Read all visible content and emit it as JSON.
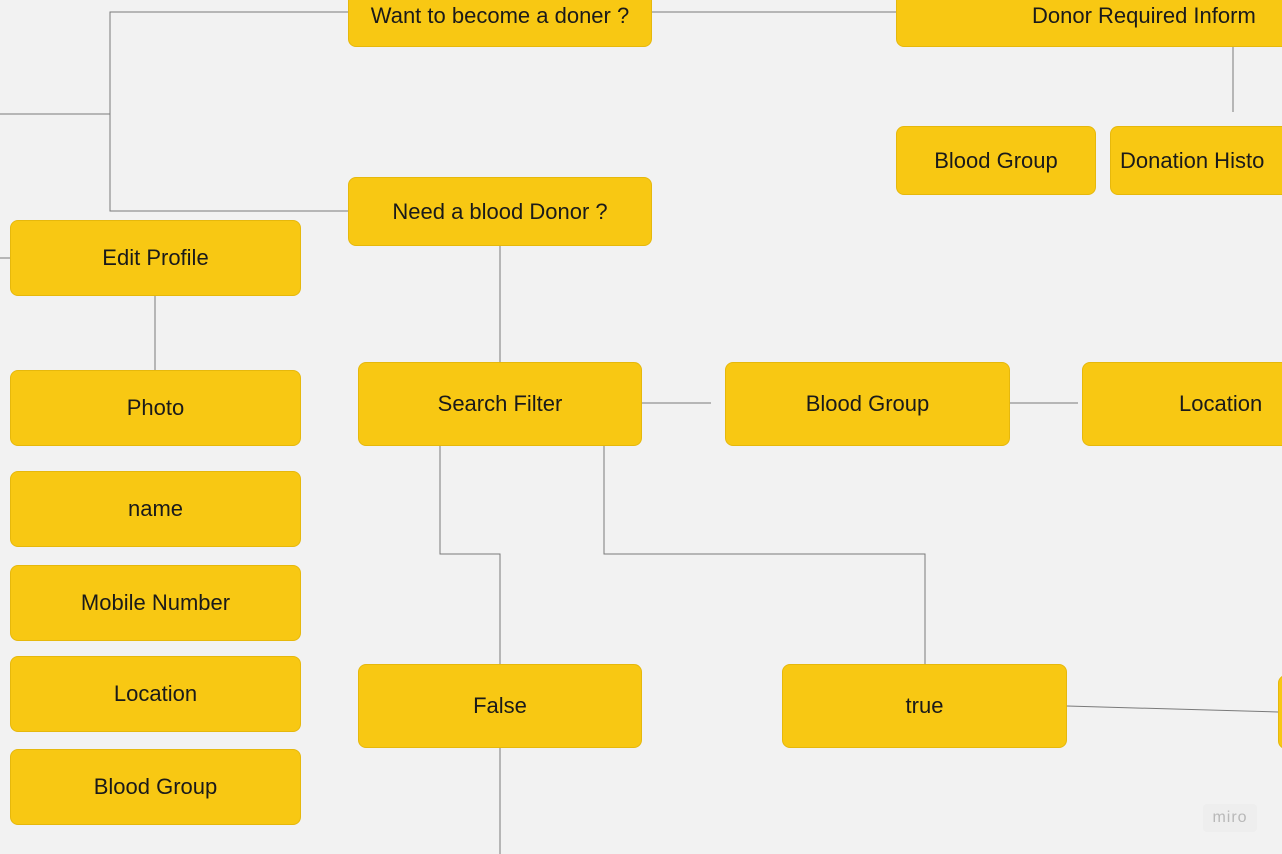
{
  "nodes": {
    "want_donor": "Want to become a doner ?",
    "donor_required_info": "Donor Required Inform",
    "donor_blood_group": "Blood Group",
    "donation_history": "Donation Histo",
    "need_donor": "Need a blood Donor ?",
    "edit_profile": "Edit Profile",
    "photo": "Photo",
    "name": "name",
    "mobile_number": "Mobile Number",
    "profile_location": "Location",
    "profile_blood_group": "Blood Group",
    "search_filter": "Search Filter",
    "filter_blood_group": "Blood Group",
    "filter_location": "Location",
    "false_node": "False",
    "true_node": "true"
  },
  "watermark": "miro",
  "colors": {
    "canvas": "#f2f2f2",
    "sticky": "#f8c813",
    "connector": "#7a7a7a"
  }
}
